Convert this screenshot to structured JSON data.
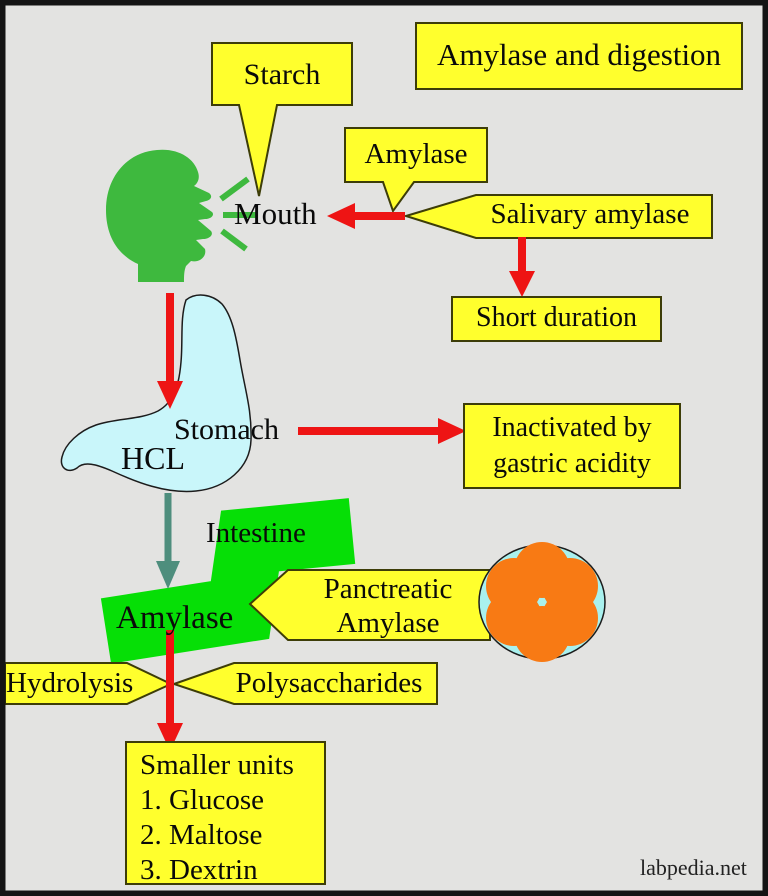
{
  "title": "Amylase and digestion",
  "watermark": "labpedia.net",
  "nodes": {
    "starch": "Starch",
    "amylase_bubble": "Amylase",
    "mouth": "Mouth",
    "salivary_amylase": "Salivary amylase",
    "short_duration": "Short duration",
    "stomach": "Stomach",
    "hcl": "HCL",
    "inactivated_line1": "Inactivated by",
    "inactivated_line2": "gastric acidity",
    "intestine": "Intestine",
    "intestinal_amylase": "Amylase",
    "pancreatic_line1": "Panctreatic",
    "pancreatic_line2": "Amylase",
    "hydrolysis": "Hydrolysis",
    "polysaccharides": "Polysaccharides",
    "smaller_units_title": "Smaller units",
    "smaller_units_items": [
      "1. Glucose",
      "2. Maltose",
      "3. Dextrin"
    ]
  },
  "colors": {
    "background": "#e3e3e1",
    "frame": "#141414",
    "yellow": "#ffff2d",
    "red": "#ee1414",
    "head_green": "#3eb93e",
    "intestine_green": "#06df06",
    "teal": "#4e8e7d",
    "stomach_cyan": "#c9f6fa",
    "pancreas_cyan": "#a9f1ee",
    "pancreas_orange": "#f87a14"
  }
}
